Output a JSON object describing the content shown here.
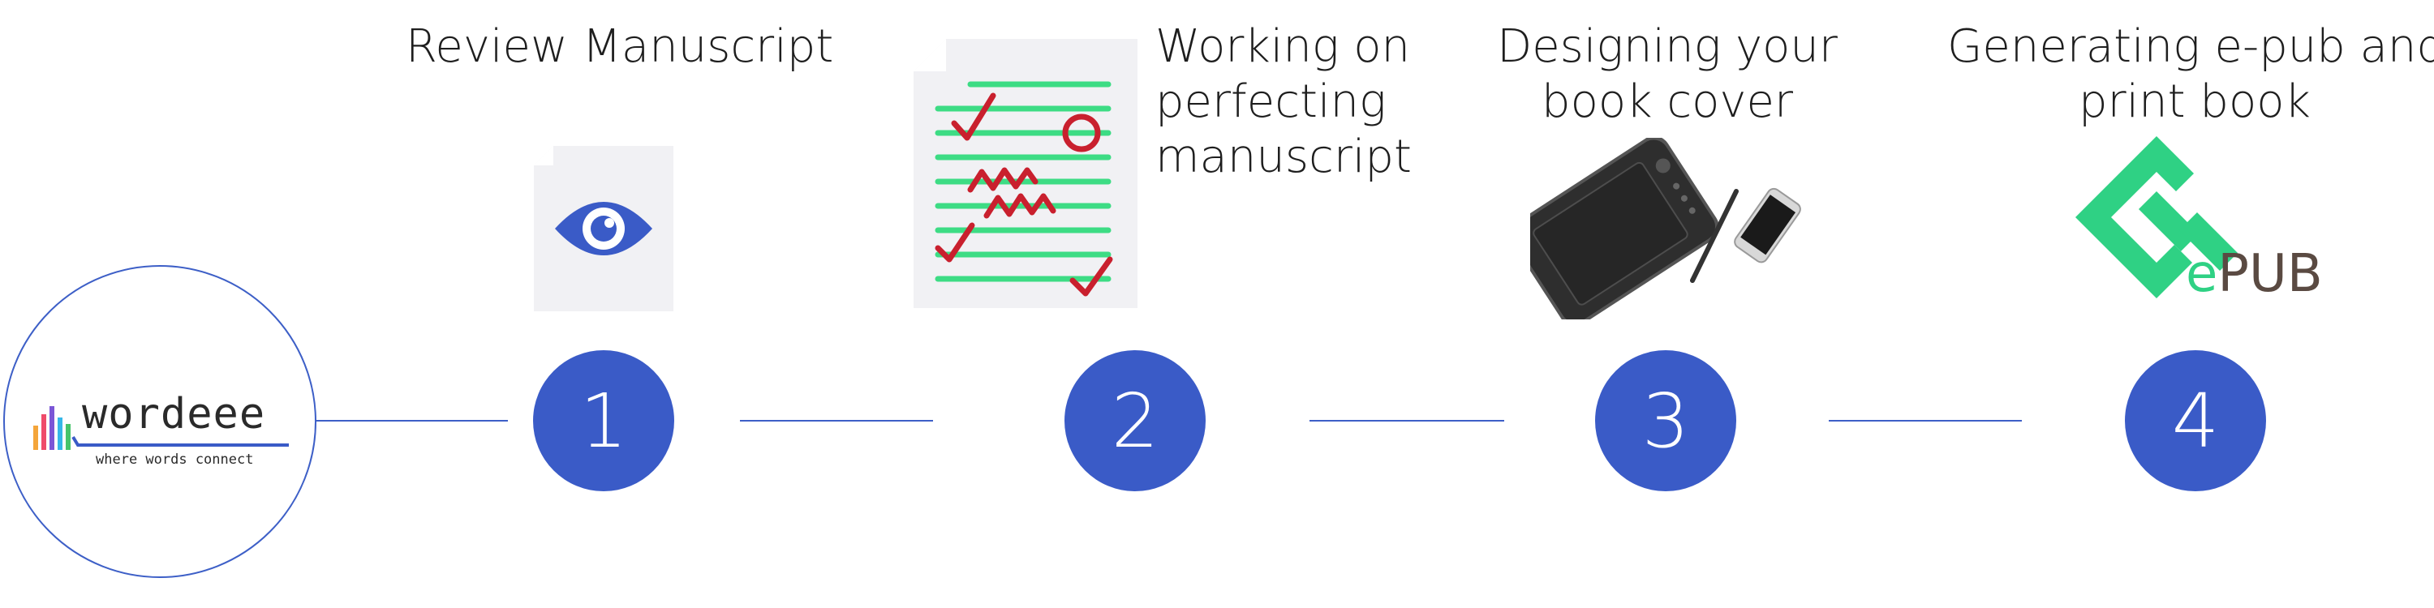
{
  "logo": {
    "wordmark": "wordeee",
    "tagline": "where words connect"
  },
  "steps": [
    {
      "number": "1",
      "label_lines": [
        "Review Manuscript"
      ],
      "icon": "eye-document-icon"
    },
    {
      "number": "2",
      "label_lines": [
        "Working on",
        "perfecting",
        "manuscript"
      ],
      "icon": "edited-manuscript-icon"
    },
    {
      "number": "3",
      "label_lines": [
        "Designing your",
        "book cover"
      ],
      "icon": "drawing-tablet-icon"
    },
    {
      "number": "4",
      "label_lines": [
        "Generating e-pub and",
        "print book"
      ],
      "icon": "epub-logo-icon"
    }
  ],
  "epub_logo": {
    "prefix": "e",
    "suffix": "PUB"
  },
  "colors": {
    "primary_blue": "#3a5bc7",
    "check_red": "#c9202e",
    "line_green": "#3ddc84",
    "epub_green": "#2fd184",
    "epub_text_dark": "#5a4a42"
  }
}
